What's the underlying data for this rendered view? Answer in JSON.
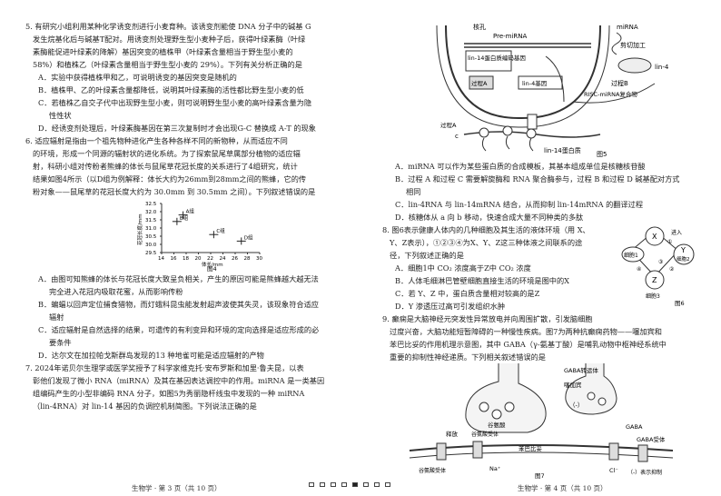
{
  "left": {
    "q5": {
      "stem": [
        "5. 有研究小组利用某种化学诱变剂进行小麦育种。该诱变剂能使 DNA 分子中的碱基 G",
        "发生烷基化后与碱基T配对。用诱变剂处理野生型小麦种子后，获得叶绿素酶（叶绿",
        "素酶能促进叶绿素的降解）基因突变的植株甲（叶绿素含量相当于野生型小麦的",
        "58%）和植株乙（叶绿素含量相当于野生型小麦的 29%）。下列有关分析正确的是"
      ],
      "options": [
        "A．实验中获得植株甲和乙，可说明诱变的基因突变是随机的",
        "B．植株甲、乙的叶绿素含量都降低，说明其叶绿素酶的活性都比野生型小麦的低",
        "C．若植株乙自交子代中出现野生型小麦，则可说明野生型小麦的高叶绿素含量为隐",
        "性性状",
        "D．经诱变剂处理后，叶绿素酶基因在第三次复制时才会出现G-C 替换成 A-T 的现象"
      ]
    },
    "q6": {
      "stem": [
        "6. 适应辐射是指由一个祖先物种进化产生各种各样不同的新物种，从而适应不同",
        "的环境，形成一个同源的辐射状的进化系统。为了探索鼠尾草属部分植物的适应辐",
        "射，科研小组对传粉者熊蜂的体长与鼠尾草花冠长度的关系进行了4组研究，统计",
        "结果如图4所示（以D组为例解释：体长大约为26mm到28mm之间的熊蜂，它的传",
        "粉对象——鼠尾草的花冠长度大约为 30.0mm 到 30.5mm 之间）。下列叙述错误的是"
      ],
      "figure": {
        "ylabel": "花冠长度/mm",
        "xlabel": "体长/mm",
        "caption": "图4",
        "yticks": [
          "32.5",
          "32.0",
          "31.5",
          "31.0",
          "30.5",
          "30.0",
          "29.5"
        ],
        "xticks": [
          "14",
          "16",
          "18",
          "20",
          "22",
          "24",
          "26",
          "28",
          "30"
        ],
        "points": [
          {
            "label": "A组",
            "x": 17.5,
            "y": 31.8
          },
          {
            "label": "B组",
            "x": 16.5,
            "y": 31.4
          },
          {
            "label": "C组",
            "x": 22.5,
            "y": 30.6
          },
          {
            "label": "D组",
            "x": 27,
            "y": 30.2
          }
        ]
      },
      "options": [
        "A．由图可知熊蜂的体长与花冠长度大致呈负相关，产生的原因可能是熊蜂越大越无法",
        "完全进入花冠内吸取花蜜，从而影响传粉",
        "B．蝙蝠以回声定位捕食猎物，而灯蛾科昆虫能发射超声波使其失灵，该现象符合适应",
        "辐射",
        "C．适应辐射是自然选择的结果，可遗传的有利变异和环境的定向选择是适应形成的必",
        "要条件",
        "D．达尔文在加拉帕戈斯群岛发现的13 种地雀可能是适应辐射的产物"
      ]
    },
    "q7": {
      "stem": [
        "7. 2024年诺贝尔生理学或医学奖授予了科学家维克托·安布罗斯和加里·鲁夫昆，以表",
        "彰他们发现了微小 RNA（miRNA）及其在基因表达调控中的作用。miRNA 是一类基因",
        "组编码产生的小型非编码 RNA 分子，如图5为秀丽隐杆线虫中发现的一种 miRNA",
        "（lin-4RNA）对 lin-14 基因的负调控机制简图。下列说法正确的是"
      ]
    },
    "footer": "生物学 · 第 3 页（共 10 页）"
  },
  "right": {
    "fig5": {
      "caption": "图5",
      "labels": {
        "nuclear_pore": "核孔",
        "pre_mirna": "Pre-miRNA",
        "lin14_gene": "lin-14蛋白质编码基因",
        "lin4_gene": "lin-4基因",
        "process_a": "过程A",
        "process_b": "过程B",
        "mirna": "miRNA",
        "processing": "剪切加工",
        "risc": "RISC-miRNA复合物",
        "lin4": "lin-4",
        "lin14_protein": "lin-14蛋白质",
        "c_label": "c",
        "process_a2": "过程A"
      }
    },
    "q7_options": [
      "A．miRNA 可以作为某些蛋白质的合成模板，其基本组成单位是核糖核苷酸",
      "B．过程 A 和过程 C 需要解旋酶和 RNA 聚合酶参与，过程 B 和过程 D 碱基配对方式",
      "相同",
      "C．lin-4RNA 与 lin-14mRNA 结合，从而抑制 lin-14mRNA 的翻译过程",
      "D．核糖体从 a 向 b 移动，快速合成大量不同种类的多肽"
    ],
    "q8": {
      "stem": [
        "8. 图6表示健康人体内的几种细胞及其生活的液体环境（用 X、",
        "Y、Z表示），①②③④为X、Y、Z这三种体液之间联系的途",
        "径，下列叙述正确的是"
      ],
      "options": [
        "A．细胞1中 CO₂ 浓度高于Z中 CO₂ 浓度",
        "B．人体毛细淋巴管壁细胞直接生活的环境是图中的X",
        "C．若 Y、Z 中，蛋白质含量相对较高的是Z",
        "D．Y 渗透压过高可引发组织水肿"
      ],
      "figure": {
        "caption": "图6",
        "labels": {
          "x": "X",
          "y": "Y",
          "z": "Z",
          "cell1": "细胞1",
          "cell2": "细胞2",
          "cell3": "细胞3",
          "inflow": "进入",
          "n1": "①",
          "n2": "②",
          "n3": "③",
          "n4": "④"
        }
      }
    },
    "q9": {
      "stem": [
        "9. 癫痫是大脑神经元突发性异常放电并向周围扩散，引发脑细胞",
        "过度兴奋，大脑功能短暂障碍的一种慢性疾病。图7为两种抗癫痫药物——噻加宾和",
        "苯巴比妥的作用机理示意图，其中 GABA（γ-氨基丁酸）是哺乳动物中枢神经系统中",
        "重要的抑制性神经递质。下列相关叙述错误的是"
      ],
      "figure": {
        "caption": "图7",
        "labels": {
          "transporter": "GABA转运体",
          "tiagabine": "噻加宾",
          "inhibit": "（-）",
          "glutamate": "谷氨酸",
          "release": "释放",
          "glu_receptor": "谷氨酸受体",
          "na": "Na⁺",
          "phenobarbital": "苯巴比妥",
          "glu_receptor2": "谷氨酸受体",
          "gaba": "GABA",
          "gaba_receptor": "GABA受体",
          "cl": "Cl⁻",
          "legend": "（-）表示抑制"
        }
      }
    },
    "footer": "生物学 · 第 4 页（共 10 页）"
  }
}
